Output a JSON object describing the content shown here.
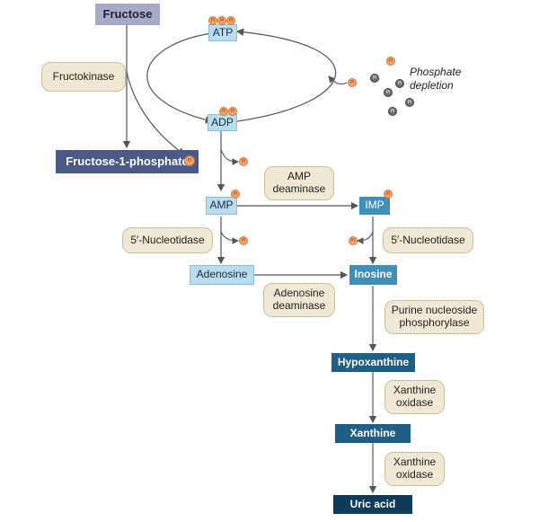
{
  "nodes": {
    "fructose": "Fructose",
    "atp": "ATP",
    "adp": "ADP",
    "fructose_1_phosphate": "Fructose-1-phosphate",
    "amp": "AMP",
    "imp": "IMP",
    "adenosine": "Adenosine",
    "inosine": "Inosine",
    "hypoxanthine": "Hypoxanthine",
    "xanthine": "Xanthine",
    "uric_acid": "Uric acid"
  },
  "enzymes": {
    "fructokinase": "Fructokinase",
    "amp_deaminase": "AMP\ndeaminase",
    "nucleotidase_left": "5′-Nucleotidase",
    "nucleotidase_right": "5′-Nucleotidase",
    "adenosine_deaminase": "Adenosine\ndeaminase",
    "purine_nucleoside_phosphorylase": "Purine nucleoside\nphosphorylase",
    "xanthine_oxidase_1": "Xanthine\noxidase",
    "xanthine_oxidase_2": "Xanthine\noxidase"
  },
  "annotation": {
    "phosphate_depletion": "Phosphate\ndepletion"
  },
  "phosphate_symbol": "Pi",
  "colors": {
    "enzyme_fill": "#efe8d2",
    "phosphate_orange": "#f3a46c",
    "phosphate_gray": "#6b6e72",
    "arrow": "#555555"
  }
}
